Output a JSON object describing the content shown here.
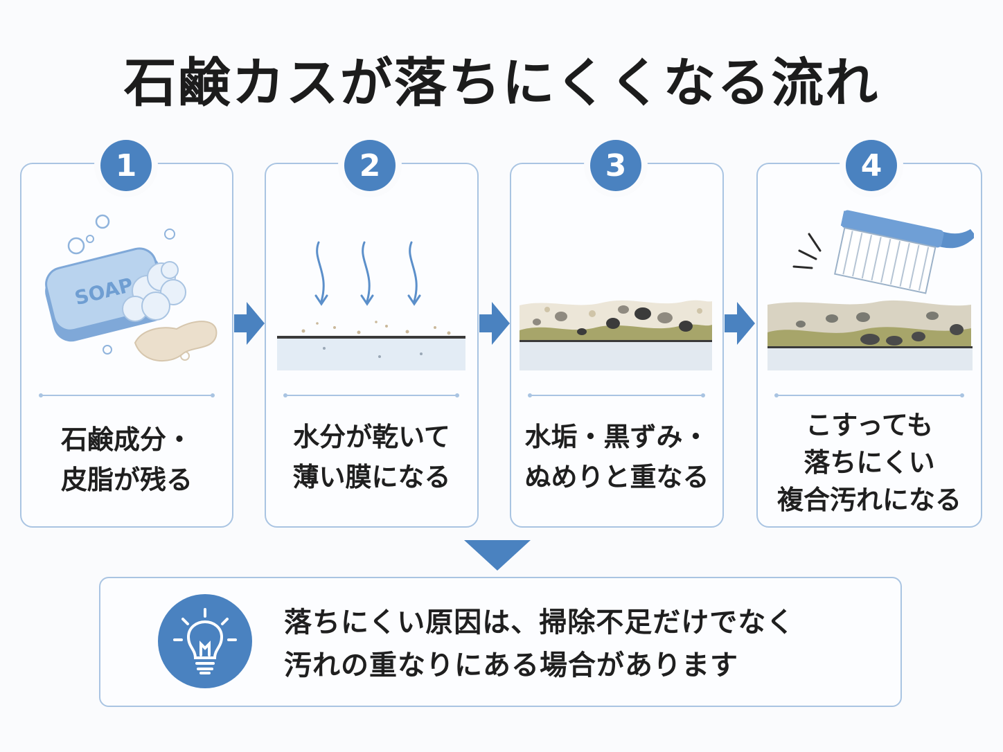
{
  "title": "石鹸カスが落ちにくくなる流れ",
  "steps": [
    {
      "number": "1",
      "line1": "石鹸成分・",
      "line2": "皮脂が残る",
      "line3": "",
      "soap_label": "SOAP"
    },
    {
      "number": "2",
      "line1": "水分が乾いて",
      "line2": "薄い膜になる",
      "line3": ""
    },
    {
      "number": "3",
      "line1": "水垢・黒ずみ・",
      "line2": "ぬめりと重なる",
      "line3": ""
    },
    {
      "number": "4",
      "line1": "こすっても",
      "line2": "落ちにくい",
      "line3": "複合汚れになる"
    }
  ],
  "summary": {
    "line1": "落ちにくい原因は、掃除不足だけでなく",
    "line2": "汚れの重なりにある場合があります"
  },
  "icons": {
    "step1": "soap-bar-icon",
    "step2": "evaporation-arrows-icon",
    "step3": "layered-grime-icon",
    "step4": "scrub-brush-icon",
    "summary": "lightbulb-icon",
    "flow": "right-arrow-icon",
    "conclusion": "down-triangle-icon"
  },
  "colors": {
    "accent": "#4a82c0",
    "border": "#a9c4e2",
    "text": "#1f1f1f",
    "grime_olive": "#a7a56a",
    "grime_dark": "#3b3b3b"
  }
}
